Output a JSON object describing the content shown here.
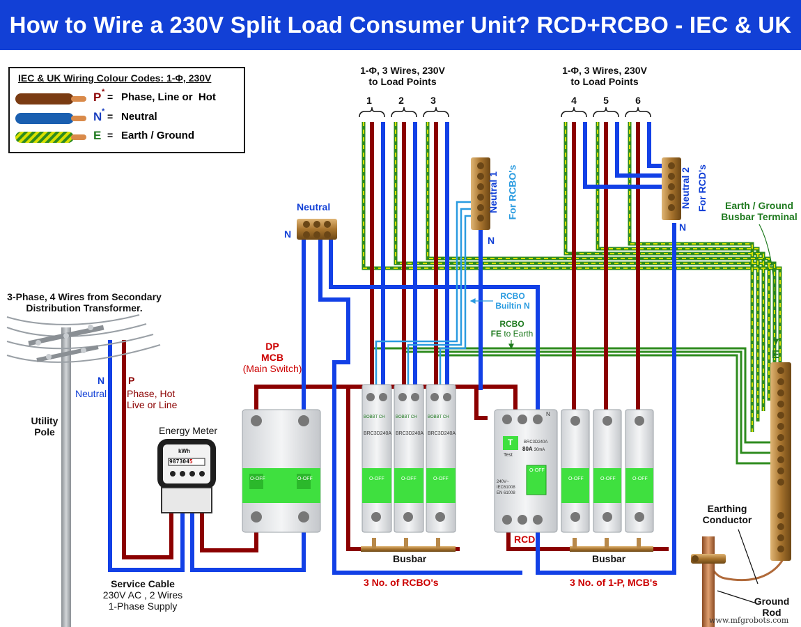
{
  "header": {
    "title": "How to Wire a 230V Split Load Consumer Unit? RCD+RCBO - IEC & UK"
  },
  "legend": {
    "title": "IEC & UK Wiring Colour Codes: 1-Φ, 230V",
    "items": [
      {
        "letter": "P",
        "star": "*",
        "eq": "=",
        "text": "Phase, Line or  Hot",
        "color": "#8b0000"
      },
      {
        "letter": "N",
        "star": "*",
        "eq": "=",
        "text": "Neutral",
        "color": "#1a3fbf"
      },
      {
        "letter": "E",
        "star": "",
        "eq": "=",
        "text": "Earth / Ground",
        "color": "#1f7a1f"
      }
    ]
  },
  "loads": {
    "group1": {
      "line1": "1-Φ, 3 Wires, 230V",
      "line2": "to Load Points",
      "numbers": [
        "1",
        "2",
        "3"
      ]
    },
    "group2": {
      "line1": "1-Φ, 3 Wires, 230V",
      "line2": "to Load Points",
      "numbers": [
        "4",
        "5",
        "6"
      ]
    }
  },
  "labels": {
    "neutral_main": "Neutral",
    "n_main": "N",
    "neutral1_a": "Neutral 1",
    "neutral1_b": "For RCBO's",
    "neutral1_n": "N",
    "neutral2_a": "Neutral 2",
    "neutral2_b": "For RCD's",
    "neutral2_n": "N",
    "earth_busbar_a": "Earth / Ground",
    "earth_busbar_b": "Busbar Terminal",
    "earth_e": "E",
    "rcbo_builtin_a": "RCBO",
    "rcbo_builtin_b": "Builtin N",
    "rcbo_fe_a": "RCBO",
    "rcbo_fe_b": "FE",
    "rcbo_fe_c": "to Earth",
    "dp_mcb_a": "DP",
    "dp_mcb_b": "MCB",
    "dp_mcb_c": "(Main Switch)",
    "three_phase_a": "3-Phase, 4 Wires from Secondary",
    "three_phase_b": "Distribution Transformer.",
    "n_supply": "N",
    "neutral_supply": "Neutral",
    "p_supply": "P",
    "phase_hot_a": "Phase, Hot",
    "phase_hot_b": "Live or Line",
    "utility_a": "Utility",
    "utility_b": "Pole",
    "energy_meter": "Energy Meter",
    "kwh": "kWh",
    "meter_digits": "987304",
    "meter_last": "5",
    "service_a": "Service Cable",
    "service_b": "230V AC , 2 Wires",
    "service_c": "1-Phase Supply",
    "busbar1": "Busbar",
    "busbar2": "Busbar",
    "rcbo_count": "3 No. of RCBO's",
    "mcb_count": "3 No. of 1-P, MCB's",
    "rcd": "RCD",
    "earthing_a": "Earthing",
    "earthing_b": "Conductor",
    "ground_a": "Ground",
    "ground_b": "Rod",
    "watermark": "www.mfgrobots.com"
  },
  "devices": {
    "rcbo_model": "BRC3D240A",
    "rcbo_brand": "BOBBT CH",
    "off": "O-OFF",
    "rcd_t": "T",
    "rcd_test": "Test",
    "rcd_rating_a": "80A",
    "rcd_rating_b": "30mA",
    "rcd_model": "BRC3D240A",
    "rcd_spec_a": "240V~",
    "rcd_spec_b": "IEC61008",
    "rcd_spec_c": "EN 61008",
    "rcd_n": "N"
  },
  "colors": {
    "phase": "#8b0000",
    "neutral": "#1240e6",
    "neutral_light": "#2a9be0",
    "earth_green": "#2e8b1e",
    "earth_yellow": "#d8e000",
    "brass": "#b8894a",
    "breaker_green": "#3fe03f"
  }
}
